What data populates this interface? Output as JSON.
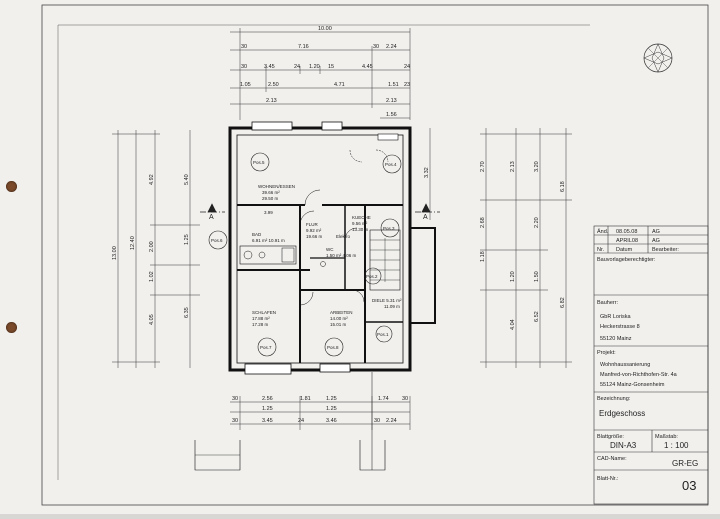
{
  "top_dims": {
    "row1": [
      "10.00"
    ],
    "row2": [
      "30",
      "7.16",
      "30",
      "2.24"
    ],
    "row3": [
      "30",
      "3.45",
      "24",
      "1.20",
      "15",
      "4.45",
      "24"
    ],
    "row4": [
      "1.05",
      "2.50",
      "4.71",
      "1.51",
      "23"
    ],
    "row5": [
      "2.13",
      "2.13"
    ],
    "row6": [
      "1.56"
    ]
  },
  "bottom_dims": {
    "row1": [
      "30",
      "2.56",
      "1.81",
      "1.25",
      "1.74",
      "30"
    ],
    "row2": [
      "1.25",
      "1.25"
    ],
    "row3": [
      "30",
      "3.45",
      "24",
      "3.46",
      "30",
      "2.24"
    ]
  },
  "left_dims": [
    "13.00",
    "12.40",
    "4.92",
    "2.00",
    "1.02",
    "4.05",
    "5.40",
    "1.25",
    "6.35"
  ],
  "right_dims": [
    "3.32",
    "2.70",
    "2.13",
    "3.20",
    "6.18",
    "2.68",
    "2.20",
    "1.18",
    "1.20",
    "1.50",
    "4.04",
    "6.52",
    "6.82"
  ],
  "section_markers": [
    "A",
    "A"
  ],
  "rooms": [
    {
      "name": "WOHNEN/ESSEN",
      "area1": "39.66 m²",
      "area2": "29.50 m"
    },
    {
      "name": "FLUR",
      "area1": "9.92 m²",
      "area2": "19.66 m"
    },
    {
      "name": "KUECHE",
      "area1": "9.56 m²",
      "area2": "13.30 m"
    },
    {
      "name": "BAD",
      "area1": "6.91 m²",
      "area2": "10.91 m"
    },
    {
      "name": "WC",
      "area1": "1.50 m²",
      "area2": "4.06 m"
    },
    {
      "name": "SCHLAFEN",
      "area1": "17.88 m²",
      "area2": "17.28 m"
    },
    {
      "name": "ARBEITEN",
      "area1": "14.00 m²",
      "area2": "15.01 m"
    },
    {
      "name": "DIELE",
      "area1": "5.31 m²",
      "area2": "11.09 m"
    }
  ],
  "positions": [
    "Pos.5",
    "Pos.4",
    "Pos.3",
    "Pos.2",
    "Pos.6",
    "Pos.7",
    "Pos.8",
    "Pos.1"
  ],
  "misc_labels": {
    "measure": "3.99",
    "elektro": "Elektro"
  },
  "title_block": {
    "rev_label": "Änd.",
    "rev1_date": "08.05.08",
    "rev1_code": "AG",
    "rev2_date": "APRIL08",
    "rev2_code": "AG",
    "nr_label": "Nr.",
    "datum_label": "Datum",
    "bearbeiter_label": "Bearbeiter:",
    "bauvorlage_label": "Bauvorlageberechtigter:",
    "bauherr_label": "Bauherr:",
    "bauherr_lines": [
      "GbR Loriska",
      "Heckerstrasse 8",
      "55120 Mainz"
    ],
    "projekt_label": "Projekt:",
    "projekt_lines": [
      "Wohnhaussanierung",
      "Manfred-von-Richthofen-Str. 4a",
      "55124 Mainz-Gonsenheim"
    ],
    "bezeichnung_label": "Bezeichnung:",
    "bezeichnung": "Erdgeschoss",
    "blatt_label": "Blattgröße:",
    "blatt_value": "DIN-A3",
    "massstab_label": "Maßstab:",
    "massstab_value": "1 : 100",
    "cad_label": "CAD-Name:",
    "cad_value": "GR-EG",
    "blatt_nr_label": "Blatt-Nr.:",
    "blatt_nr_value": "03"
  }
}
